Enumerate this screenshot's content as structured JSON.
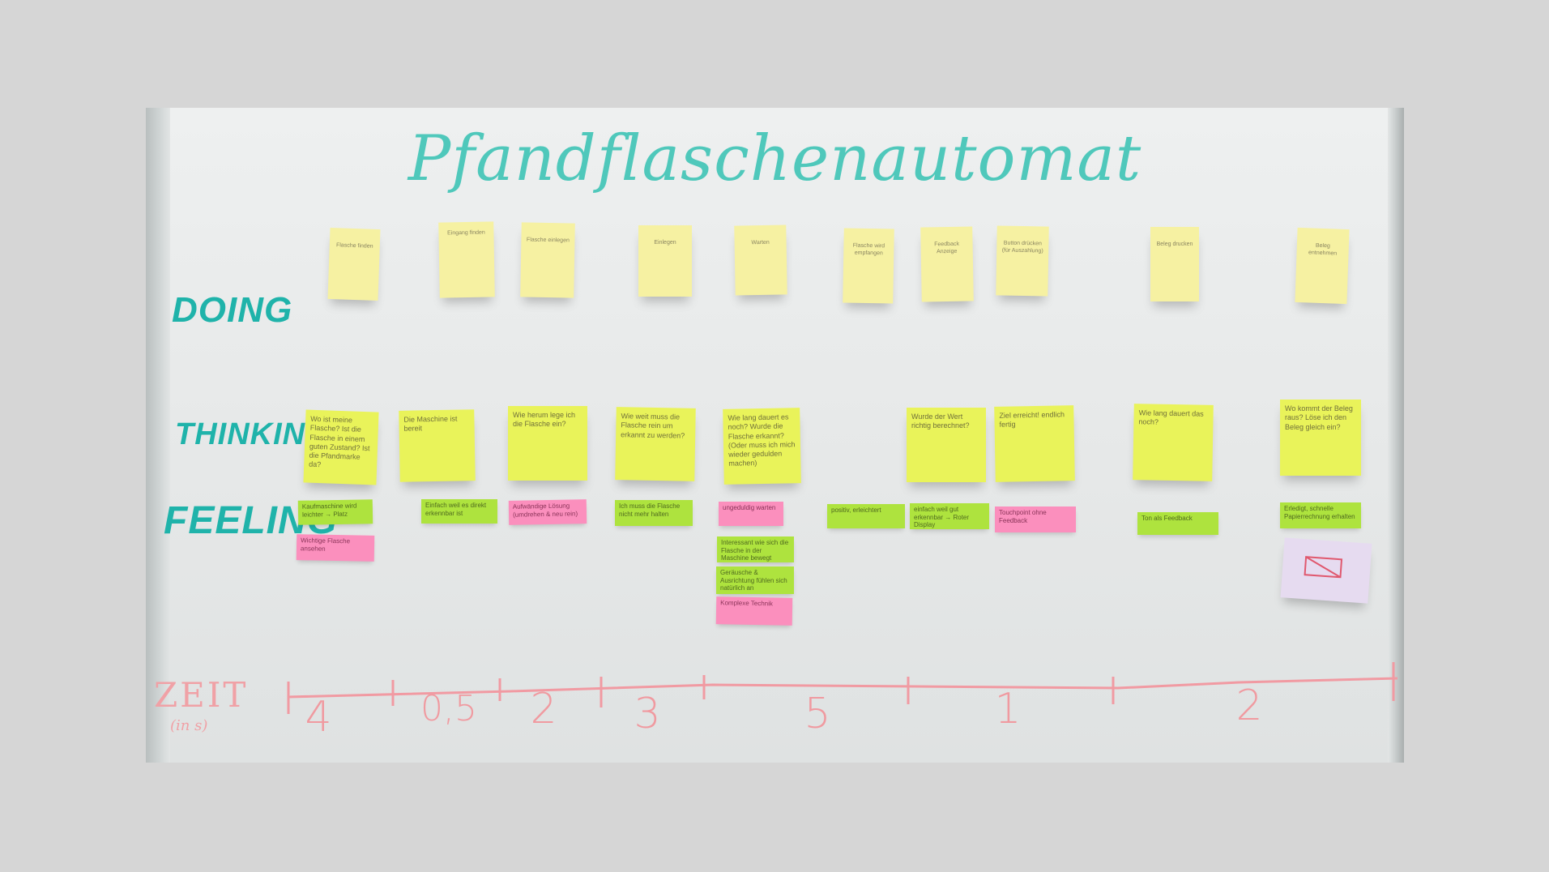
{
  "title": "Pfandflaschenautomat",
  "rows": {
    "doing": "DOING",
    "thinking": "THINKING",
    "feeling": "FEELING"
  },
  "doing_notes": [
    "Flasche finden",
    "Eingang finden",
    "Flasche einlegen",
    "Einlegen",
    "Warten",
    "Flasche wird empfangen",
    "Feedback Anzeige",
    "Button drücken (für Auszahlung)",
    "Beleg drucken",
    "Beleg entnehmen"
  ],
  "thinking_notes": [
    "Wo ist meine Flasche? Ist die Flasche in einem guten Zustand? Ist die Pfandmarke da?",
    "Die Maschine ist bereit",
    "Wie herum lege ich die Flasche ein?",
    "Wie weit muss die Flasche rein um erkannt zu werden?",
    "Wie lang dauert es noch? Wurde die Flasche erkannt? (Oder muss ich mich wieder gedulden machen)",
    "Wurde der Wert richtig berechnet?",
    "Ziel erreicht! endlich fertig",
    "Wie lang dauert das noch?",
    "Wo kommt der Beleg raus? Löse ich den Beleg gleich ein?"
  ],
  "feeling_notes": [
    "Kaufmaschine wird leichter → Platz",
    "Wichtige Flasche ansehen",
    "Einfach weil es direkt erkennbar ist",
    "Aufwändige Lösung (umdrehen & neu rein)",
    "Ich muss die Flasche nicht mehr halten",
    "ungeduldig warten",
    "Interessant wie sich die Flasche in der Maschine bewegt",
    "Geräusche & Ausrichtung fühlen sich natürlich an",
    "Komplexe Technik",
    "positiv, erleichtert",
    "einfach weil gut erkennbar → Roter Display",
    "Touchpoint ohne Feedback",
    "Ton als Feedback",
    "Erledigt, schnelle Papierrechnung erhalten"
  ],
  "timeline": {
    "label": "ZEIT",
    "unit": "(in s)",
    "durations": [
      "4",
      "0,5",
      "2",
      "3",
      "5",
      "1",
      "2"
    ]
  },
  "colors": {
    "ink_teal": "#1fb3aa",
    "ink_pink": "#f09aa0",
    "note_yellow_pale": "#f6f1a2",
    "note_yellow": "#e9f35a",
    "note_green": "#aee33e",
    "note_pink": "#fb8fbd",
    "note_lilac": "#e6dbf0"
  }
}
